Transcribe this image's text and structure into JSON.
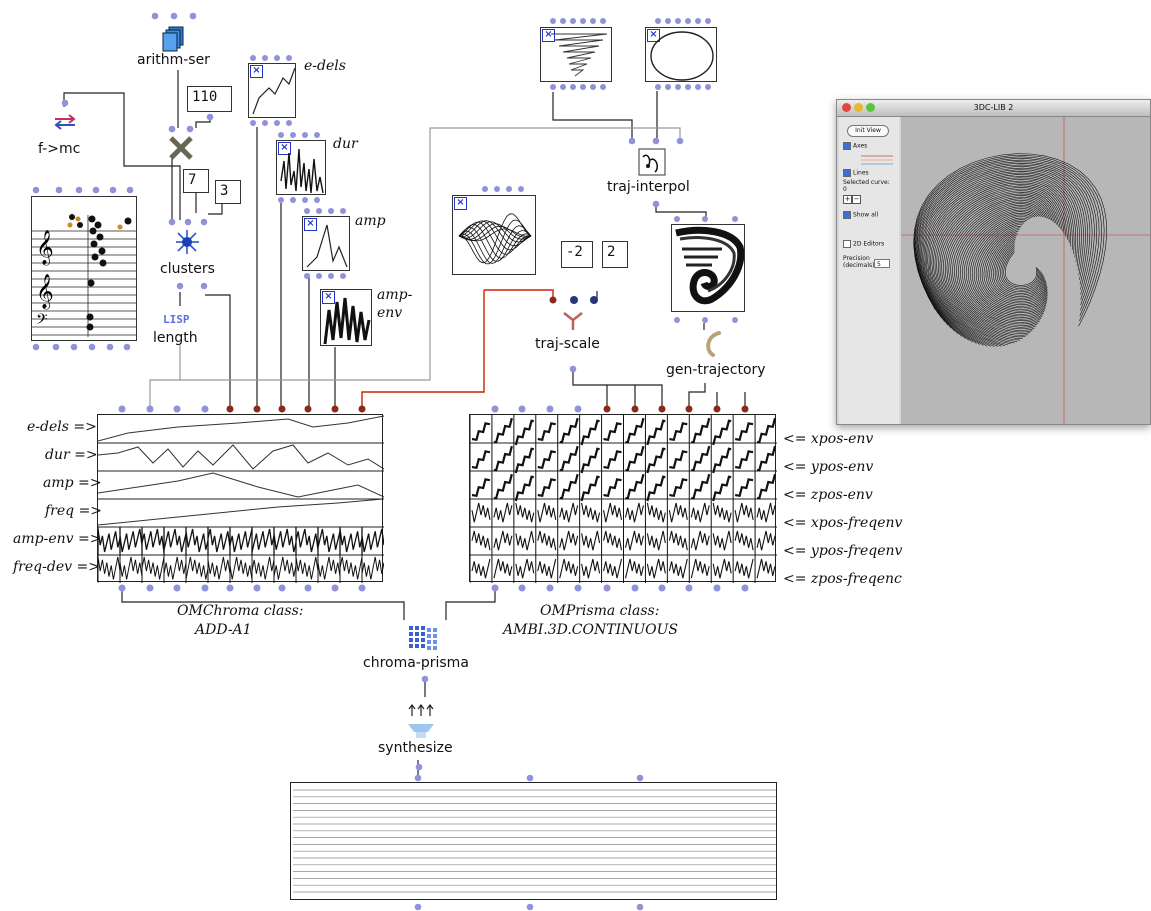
{
  "boxes": {
    "arithm_ser": "arithm-ser",
    "f_mc": "f->mc",
    "clusters": "clusters",
    "lisp_icon": "LISP",
    "length": "length",
    "traj_interpol": "traj-interpol",
    "traj_scale": "traj-scale",
    "gen_trajectory": "gen-trajectory",
    "chroma_prisma": "chroma-prisma",
    "synthesize": "synthesize"
  },
  "numbers": {
    "n110": "110",
    "n7": "7",
    "n3": "3",
    "neg2": "-2",
    "pos2": "2"
  },
  "bpf_labels": {
    "e_dels": "e-dels",
    "dur": "dur",
    "amp": "amp",
    "amp_env": "amp-\nenv"
  },
  "chroma_rows": [
    "e-dels =>",
    "dur =>",
    "amp =>",
    "freq =>",
    "amp-env =>",
    "freq-dev =>"
  ],
  "prisma_rows": [
    "<= xpos-env",
    "<= ypos-env",
    "<= zpos-env",
    "<= xpos-freqenv",
    "<= ypos-freqenv",
    "<= zpos-freqenc"
  ],
  "captions": {
    "chroma_class": "OMChroma class:",
    "chroma_name": "ADD-A1",
    "prisma_class": "OMPrisma class:",
    "prisma_name": "AMBI.3D.CONTINUOUS"
  },
  "win3d": {
    "title": "3DC-LIB 2",
    "init_view": "Init View",
    "axes": "Axes",
    "lines": "Lines",
    "selected_curve": "Selected curve:",
    "selected_value": "0",
    "show_all": "Show all",
    "editors_2d": "2D Editors",
    "precision": "Precision\n(decimals)",
    "precision_value": "5"
  },
  "colors": {
    "inlet": "#8f93d8",
    "inlet_dark": "#8a2a1a",
    "red_wire": "#cc2200",
    "wire": "#222222",
    "grey_wire": "#999999"
  }
}
